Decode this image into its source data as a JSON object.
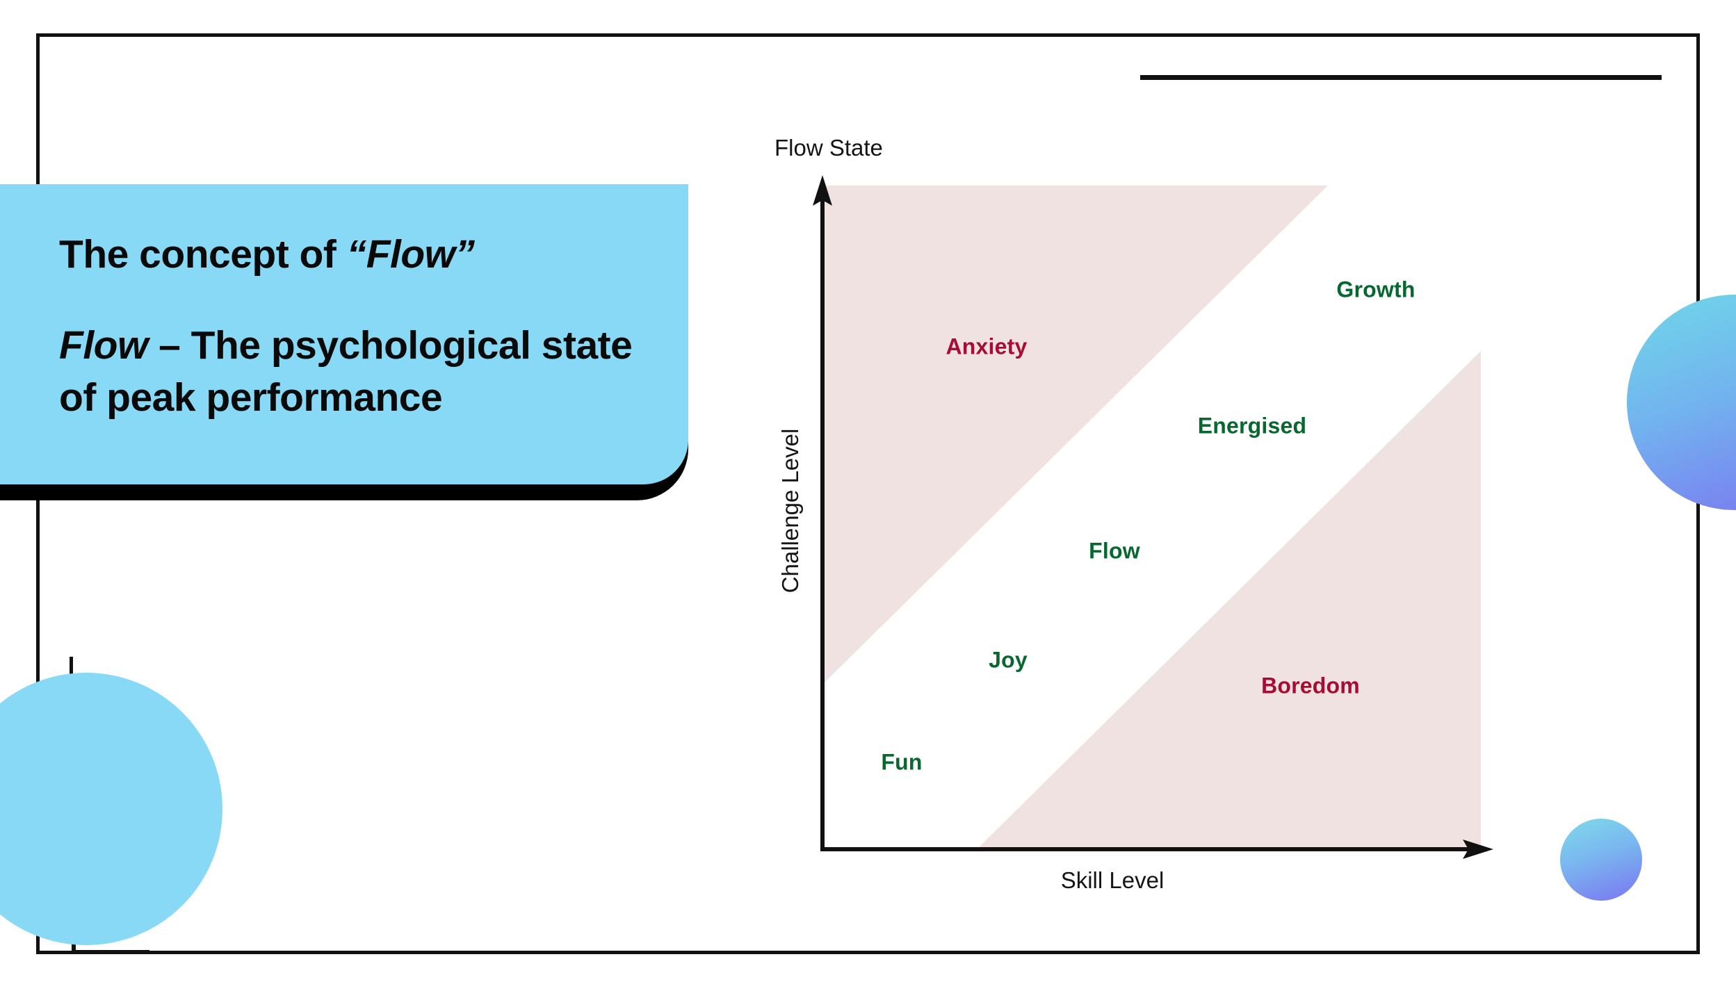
{
  "slide": {
    "title_card": {
      "heading_plain": "The concept of ",
      "heading_emphasis": "“Flow”",
      "definition_term": "Flow",
      "definition_text": " – The psychological state of peak performance",
      "background_color": "#87d9f5",
      "shadow_color": "#000000"
    },
    "decorations": {
      "frame_color": "#111111",
      "accent_line_name": "top-right-accent-line",
      "corner_tick_name": "left-vertical-tick",
      "corner_bracket_name": "bottom-left-corner-bracket",
      "circle_left_color": "#87d9f5",
      "circle_gradient_from": "#6fd8e8",
      "circle_gradient_to": "#7b74f0"
    }
  },
  "chart_data": {
    "type": "scatter",
    "title": "Flow State",
    "xlabel": "Skill Level",
    "ylabel": "Challenge Level",
    "grid": false,
    "legend": false,
    "xlim": [
      0,
      10
    ],
    "ylim": [
      0,
      10
    ],
    "annotations": [
      {
        "label": "Anxiety",
        "x": 2.6,
        "y": 8.0,
        "color": "#a80c35",
        "zone": "high-challenge-low-skill"
      },
      {
        "label": "Growth",
        "x": 7.9,
        "y": 8.8,
        "color": "#07682f",
        "zone": "flow-channel-upper"
      },
      {
        "label": "Energised",
        "x": 6.5,
        "y": 7.6,
        "color": "#07682f",
        "zone": "flow-channel-upper"
      },
      {
        "label": "Flow",
        "x": 5.5,
        "y": 6.2,
        "color": "#07682f",
        "zone": "flow-channel-centre"
      },
      {
        "label": "Joy",
        "x": 4.4,
        "y": 5.1,
        "color": "#07682f",
        "zone": "flow-channel-lower"
      },
      {
        "label": "Boredom",
        "x": 7.5,
        "y": 4.8,
        "color": "#a80c35",
        "zone": "low-challenge-high-skill"
      },
      {
        "label": "Fun",
        "x": 3.1,
        "y": 3.7,
        "color": "#07682f",
        "zone": "flow-channel-lower"
      }
    ],
    "regions": [
      {
        "name": "anxiety-region",
        "color": "#f0e2e0",
        "description": "Upper-left shaded triangle: challenge exceeds skill"
      },
      {
        "name": "boredom-region",
        "color": "#f0e2e0",
        "description": "Lower-right shaded triangle: skill exceeds challenge"
      },
      {
        "name": "flow-channel",
        "color": "#ffffff",
        "description": "Diagonal white band where challenge matches skill"
      }
    ],
    "axis_color": "#111111",
    "region_color": "#f0e2e0"
  }
}
